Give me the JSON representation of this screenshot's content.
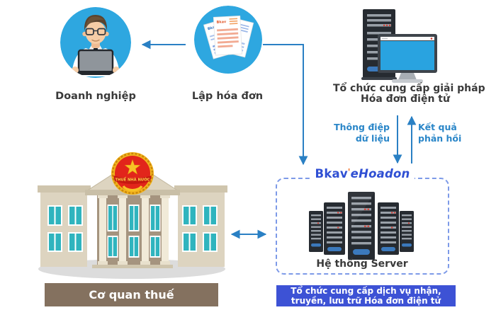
{
  "colors": {
    "accent-blue": "#2EA7E0",
    "arrow-blue": "#2A80C4",
    "flow-label-blue": "#2A86C8",
    "brand-blue": "#2F4FD3",
    "brand-tick-orange": "#F06A21",
    "dashed-border": "#7D9AE8",
    "service-bar-blue": "#3D52D5",
    "tax-bar-brown": "#84715F",
    "label-dark": "#3A3A3A",
    "screen-blue": "#29A3E0",
    "window-teal": "#2FB4BE",
    "emblem-red": "#E2251B",
    "emblem-gold": "#F2B31D",
    "server-dark": "#262B31",
    "server-slat": "#99A0A8",
    "server-base-blue": "#3B79BC",
    "led-red": "#D43A2F"
  },
  "nodes": {
    "enterprise": {
      "label": "Doanh nghiệp"
    },
    "invoice_creation": {
      "label": "Lập hóa đơn"
    },
    "solution_provider": {
      "label_line1": "Tổ chức cung cấp giải pháp",
      "label_line2": "Hóa đơn điện tử"
    },
    "server_system": {
      "brand_bold": "Bkav",
      "brand_tick": "'",
      "brand_italic": "eHoadon",
      "label": "Hệ thống Server",
      "caption_line1": "Tổ chức cung cấp dịch vụ nhận,",
      "caption_line2": "truyền, lưu trữ Hóa đơn điện tử"
    },
    "tax_authority": {
      "label": "Cơ quan thuế",
      "emblem_text": "THUẾ NHÀ NƯỚC"
    }
  },
  "flows": {
    "data_message": {
      "label_line1": "Thông điệp",
      "label_line2": "dữ liệu"
    },
    "feedback": {
      "label_line1": "Kết quả",
      "label_line2": "phản hồi"
    }
  }
}
